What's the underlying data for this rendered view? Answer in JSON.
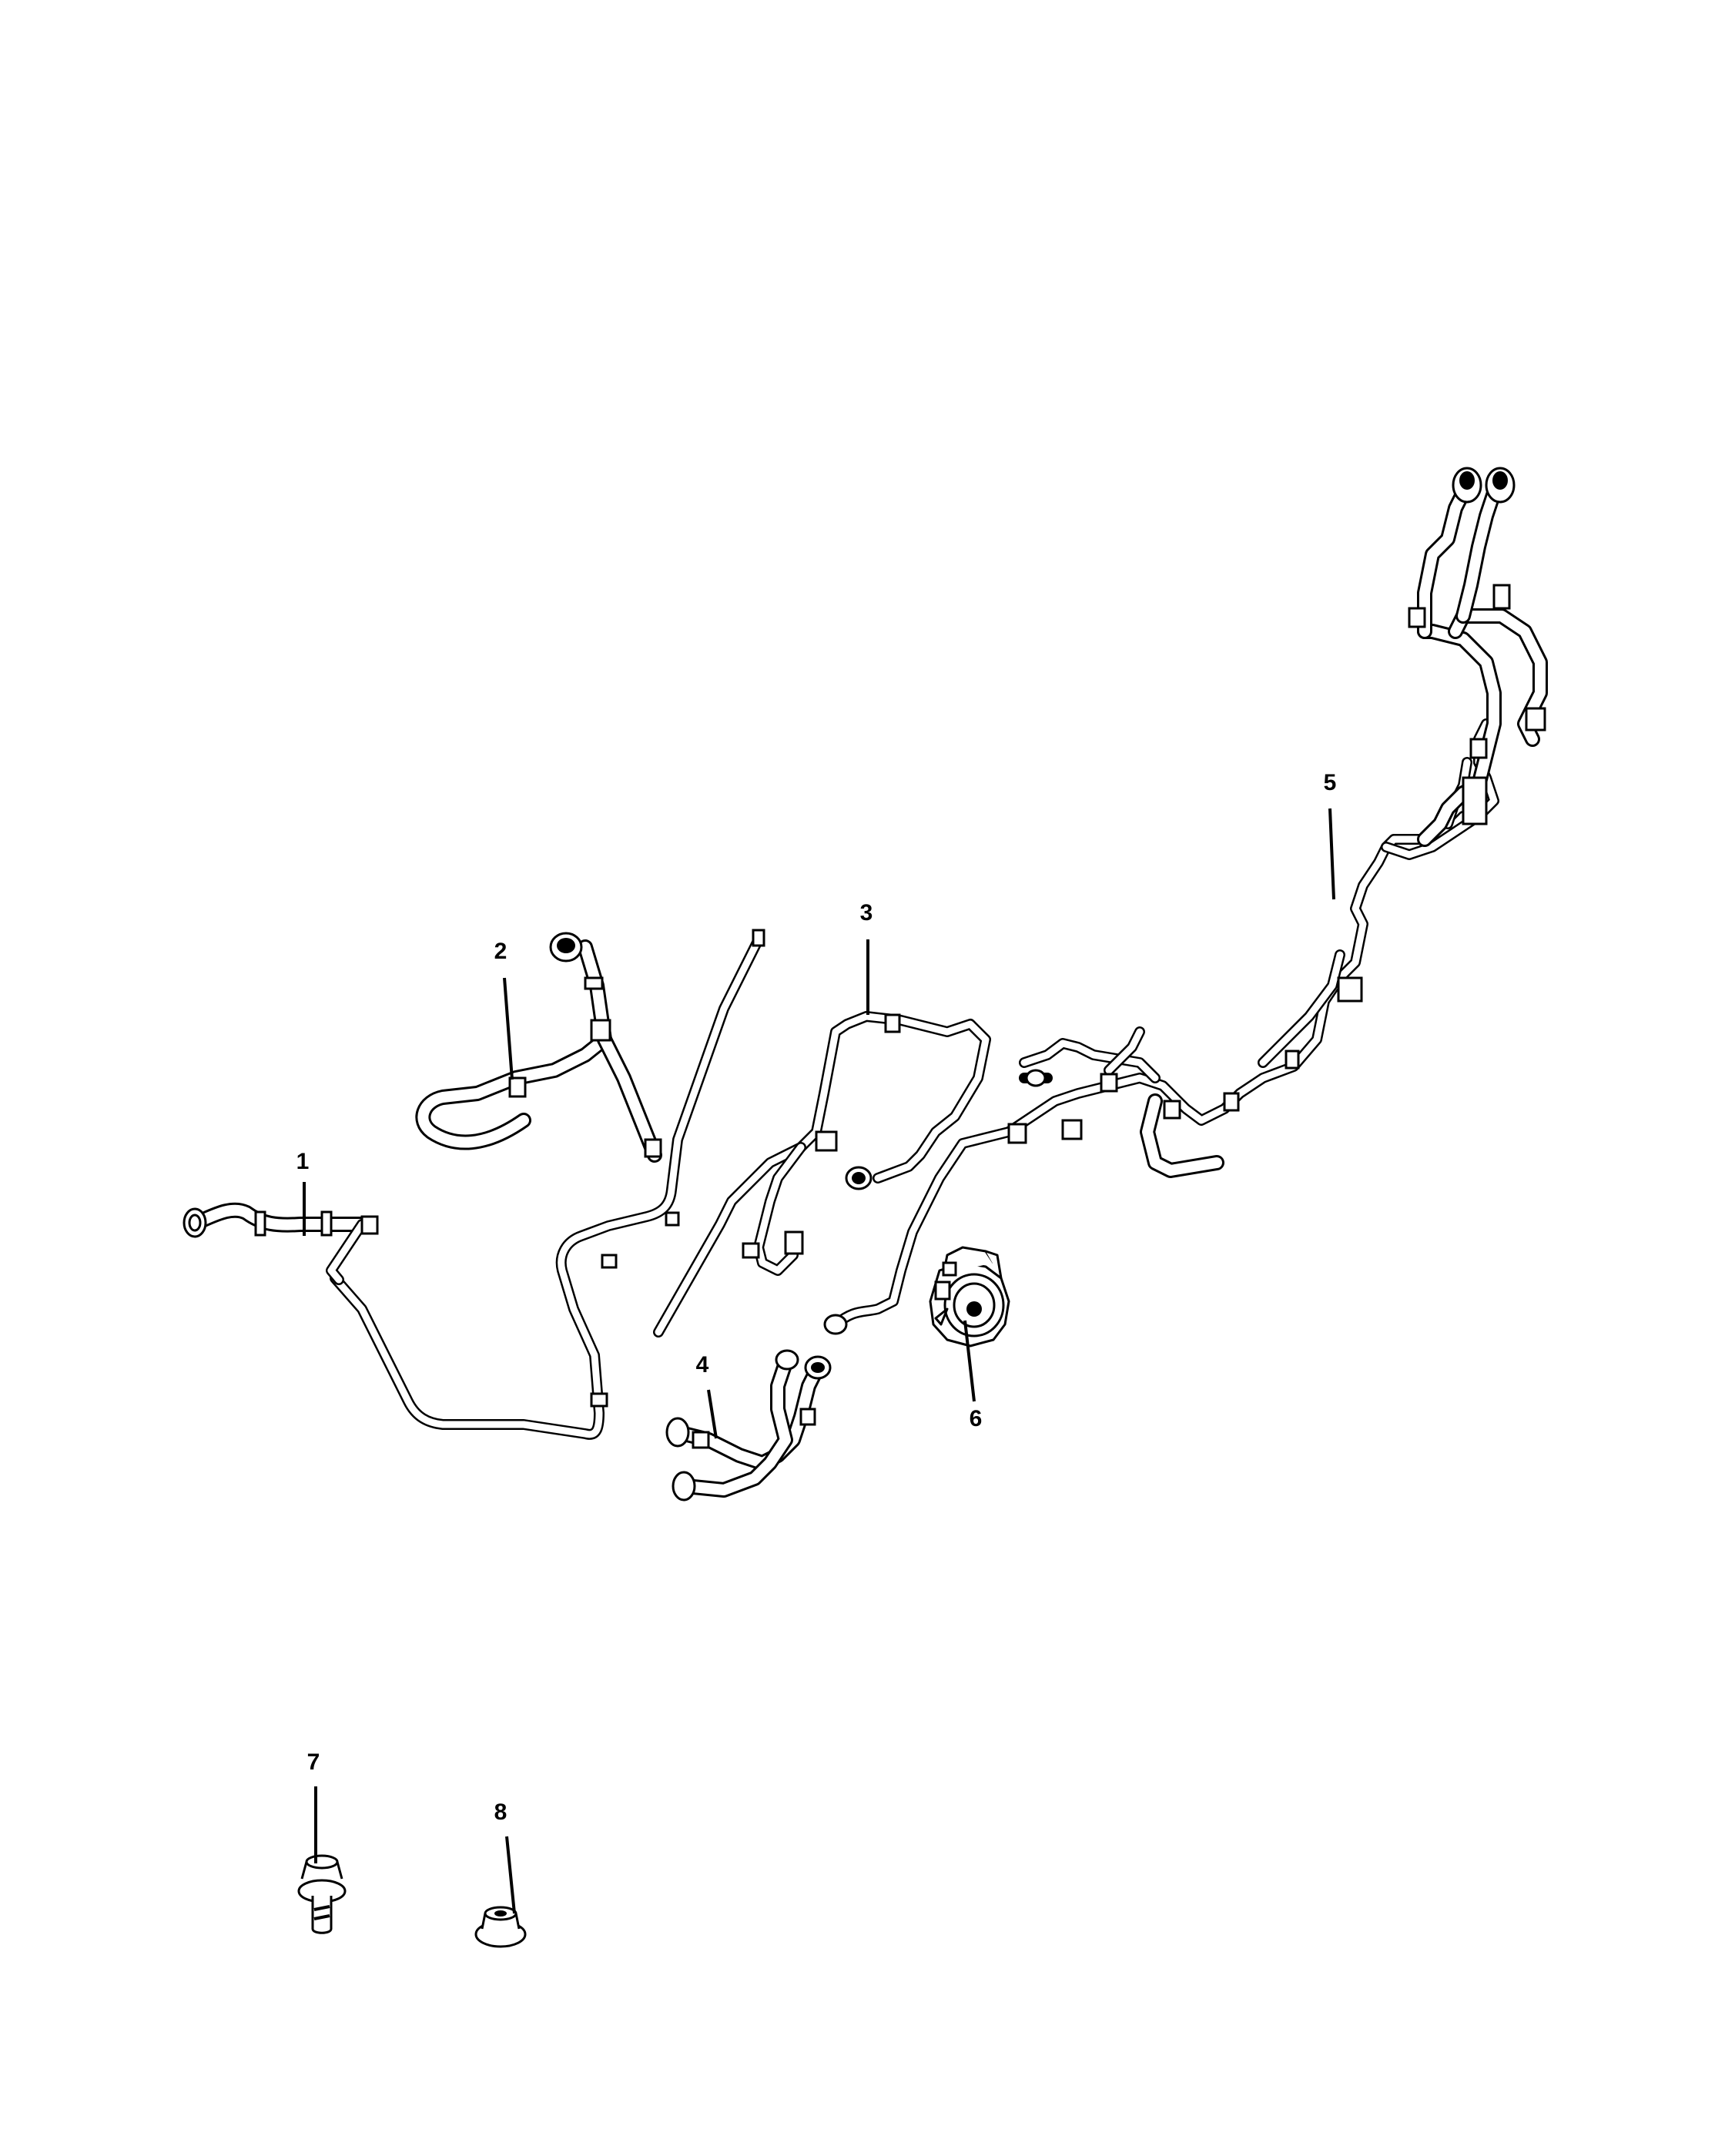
{
  "diagram": {
    "callouts": [
      {
        "id": "1",
        "label": "1"
      },
      {
        "id": "2",
        "label": "2"
      },
      {
        "id": "3",
        "label": "3"
      },
      {
        "id": "4",
        "label": "4"
      },
      {
        "id": "5",
        "label": "5"
      },
      {
        "id": "6",
        "label": "6"
      },
      {
        "id": "7",
        "label": "7"
      },
      {
        "id": "8",
        "label": "8"
      }
    ],
    "line_color": "#000000",
    "background_color": "#ffffff"
  }
}
